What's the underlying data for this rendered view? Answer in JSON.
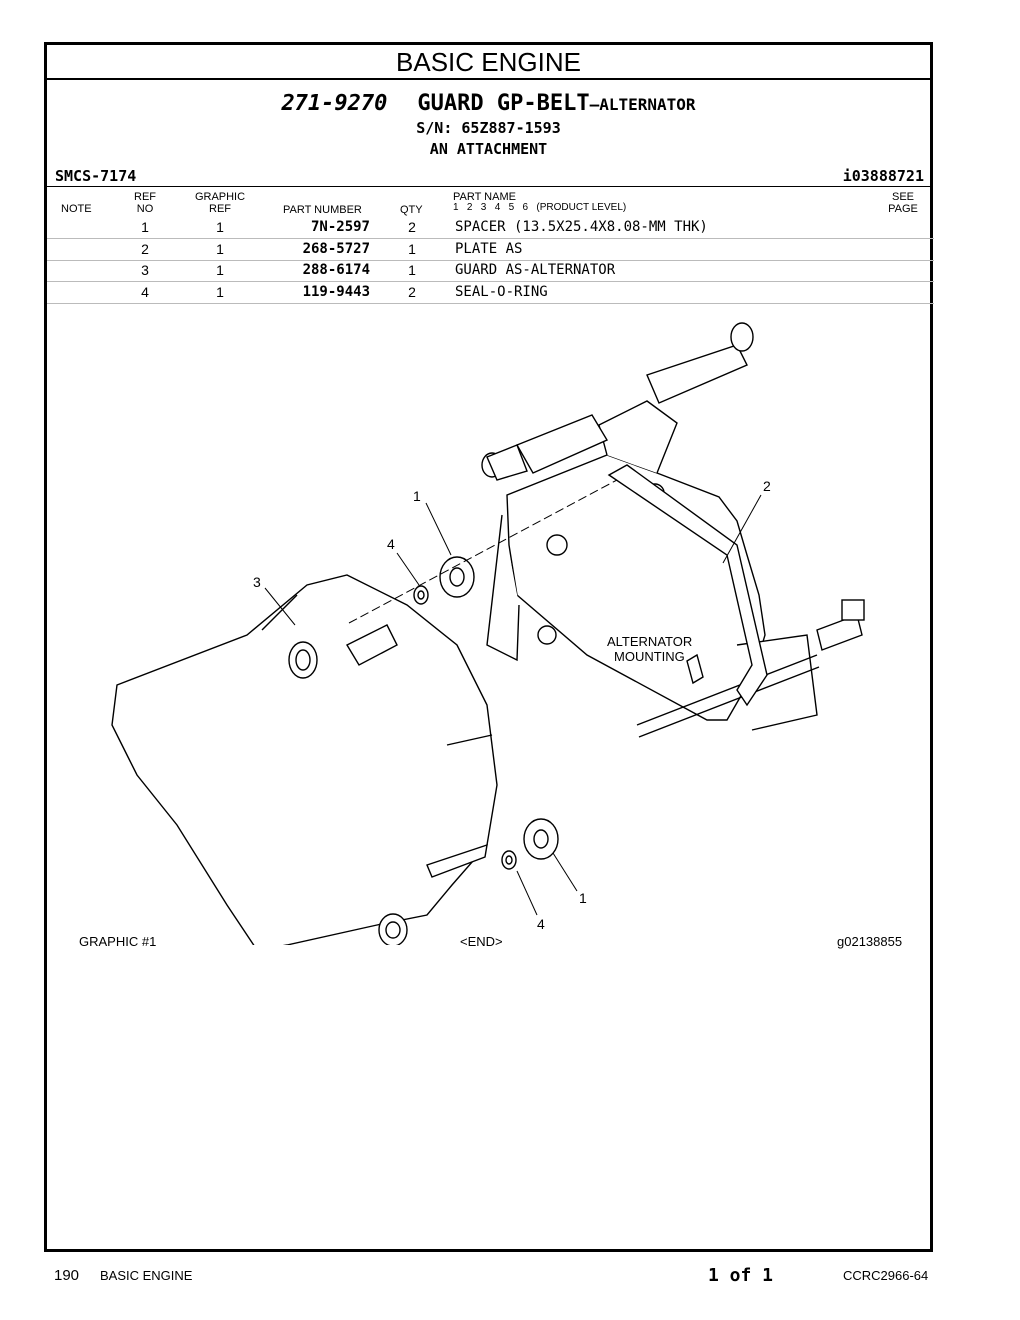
{
  "section_title": "BASIC ENGINE",
  "part_number": "271-9270",
  "part_name_main": "GUARD GP-BELT",
  "part_name_sub": "—ALTERNATOR",
  "serial": "S/N: 65Z887-1593",
  "attachment": "AN ATTACHMENT",
  "smcs": "SMCS-7174",
  "illustration_id": "i03888721",
  "headers": {
    "note": "NOTE",
    "ref_no_1": "REF",
    "ref_no_2": "NO",
    "graphic_ref_1": "GRAPHIC",
    "graphic_ref_2": "REF",
    "part_number": "PART NUMBER",
    "qty": "QTY",
    "part_name": "PART NAME",
    "levels": "1   2   3   4   5   6   (PRODUCT LEVEL)",
    "see_page_1": "SEE",
    "see_page_2": "PAGE"
  },
  "rows": [
    {
      "ref": "1",
      "graphic": "1",
      "part_number": "7N-2597",
      "qty": "2",
      "name": "SPACER (13.5X25.4X8.08-MM THK)"
    },
    {
      "ref": "2",
      "graphic": "1",
      "part_number": "268-5727",
      "qty": "1",
      "name": "PLATE AS"
    },
    {
      "ref": "3",
      "graphic": "1",
      "part_number": "288-6174",
      "qty": "1",
      "name": "GUARD AS-ALTERNATOR"
    },
    {
      "ref": "4",
      "graphic": "1",
      "part_number": "119-9443",
      "qty": "2",
      "name": "SEAL-O-RING"
    }
  ],
  "diagram": {
    "callouts": [
      "1",
      "4",
      "3",
      "2",
      "1",
      "4"
    ],
    "mounting_label_1": "ALTERNATOR",
    "mounting_label_2": "MOUNTING"
  },
  "graphic_label": "GRAPHIC #1",
  "end_marker": "<END>",
  "graphic_id": "g02138855",
  "footer": {
    "page_number": "190",
    "section": "BASIC ENGINE",
    "page_of": "1 of 1",
    "doc_id": "CCRC2966-64"
  }
}
